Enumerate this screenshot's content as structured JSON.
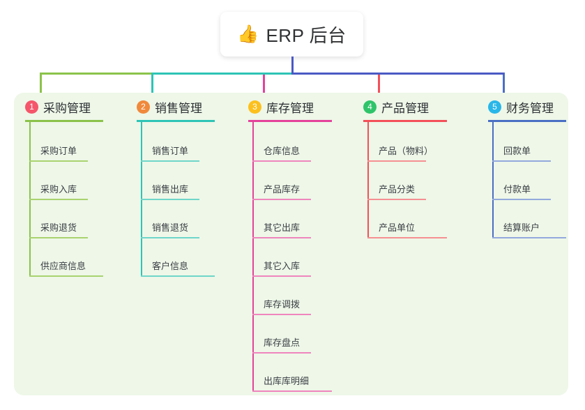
{
  "root": {
    "icon": "thumbs-up-icon",
    "emoji": "👍",
    "label": "ERP 后台"
  },
  "panel": {
    "background_color": "#eef7e8"
  },
  "connector": {
    "trunk_color": "#4a5ac4",
    "segments": [
      {
        "color": "#8bc34a"
      },
      {
        "color": "#2ec4b6"
      },
      {
        "color": "#4a5ac4"
      },
      {
        "color": "#4a5ac4"
      }
    ]
  },
  "columns": [
    {
      "index": "1",
      "badge": "1",
      "badge_color": "#f5566a",
      "line_color": "#8bc34a",
      "leaf_color": "#a9d36f",
      "title": "采购管理",
      "items": [
        "采购订单",
        "采购入库",
        "采购退货",
        "供应商信息"
      ]
    },
    {
      "index": "2",
      "badge": "2",
      "badge_color": "#f0893c",
      "line_color": "#2ec4b6",
      "leaf_color": "#6fd6ca",
      "title": "销售管理",
      "items": [
        "销售订单",
        "销售出库",
        "销售退货",
        "客户信息"
      ]
    },
    {
      "index": "3",
      "badge": "3",
      "badge_color": "#fcc01e",
      "line_color": "#e5429b",
      "leaf_color": "#ef85bd",
      "title": "库存管理",
      "items": [
        "仓库信息",
        "产品库存",
        "其它出库",
        "其它入库",
        "库存调拨",
        "库存盘点",
        "出库库明细"
      ]
    },
    {
      "index": "4",
      "badge": "4",
      "badge_color": "#2fc46a",
      "line_color": "#f4505a",
      "leaf_color": "#f58f92",
      "title": "产品管理",
      "items": [
        "产品（物料）",
        "产品分类",
        "产品单位"
      ]
    },
    {
      "index": "5",
      "badge": "5",
      "badge_color": "#29b6e8",
      "line_color": "#4a6fc4",
      "leaf_color": "#93a9dd",
      "title": "财务管理",
      "items": [
        "回款单",
        "付款单",
        "结算账户"
      ]
    }
  ]
}
